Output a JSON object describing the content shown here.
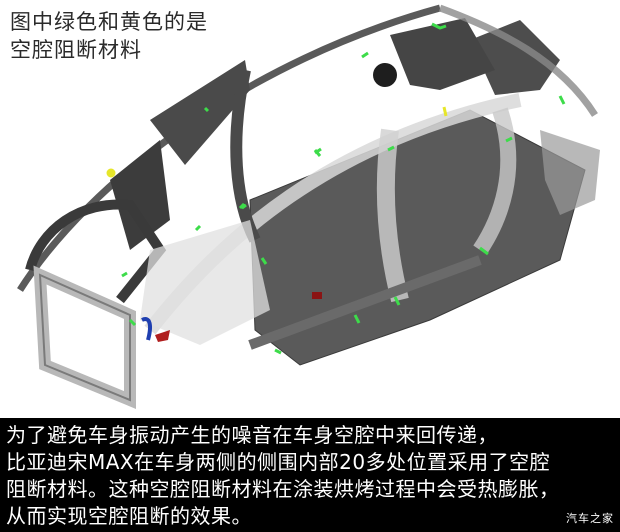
{
  "annotation": {
    "lines": [
      "图中绿色和黄色的是",
      "空腔阻断材料"
    ]
  },
  "illustration": {
    "subject": "car-body-in-white-xray",
    "colors": {
      "frame_dark": "#4a4a4a",
      "frame_translucent": "#d8d8d8",
      "floor": "#5a5a5a",
      "cavity_block_green": "#3ddc4a",
      "cavity_block_yellow": "#e6e62a",
      "bracket_blue": "#1f3fb0",
      "bracket_red": "#b01e1e"
    }
  },
  "caption": {
    "lines": [
      "为了避免车身振动产生的噪音在车身空腔中来回传递，",
      "比亚迪宋MAX在车身两侧的侧围内部20多处位置采用了空腔",
      "阻断材料。这种空腔阻断材料在涂装烘烤过程中会受热膨胀，",
      "从而实现空腔阻断的效果。"
    ],
    "background": "#000000",
    "text_color": "#ffffff"
  },
  "watermark": "汽车之家"
}
